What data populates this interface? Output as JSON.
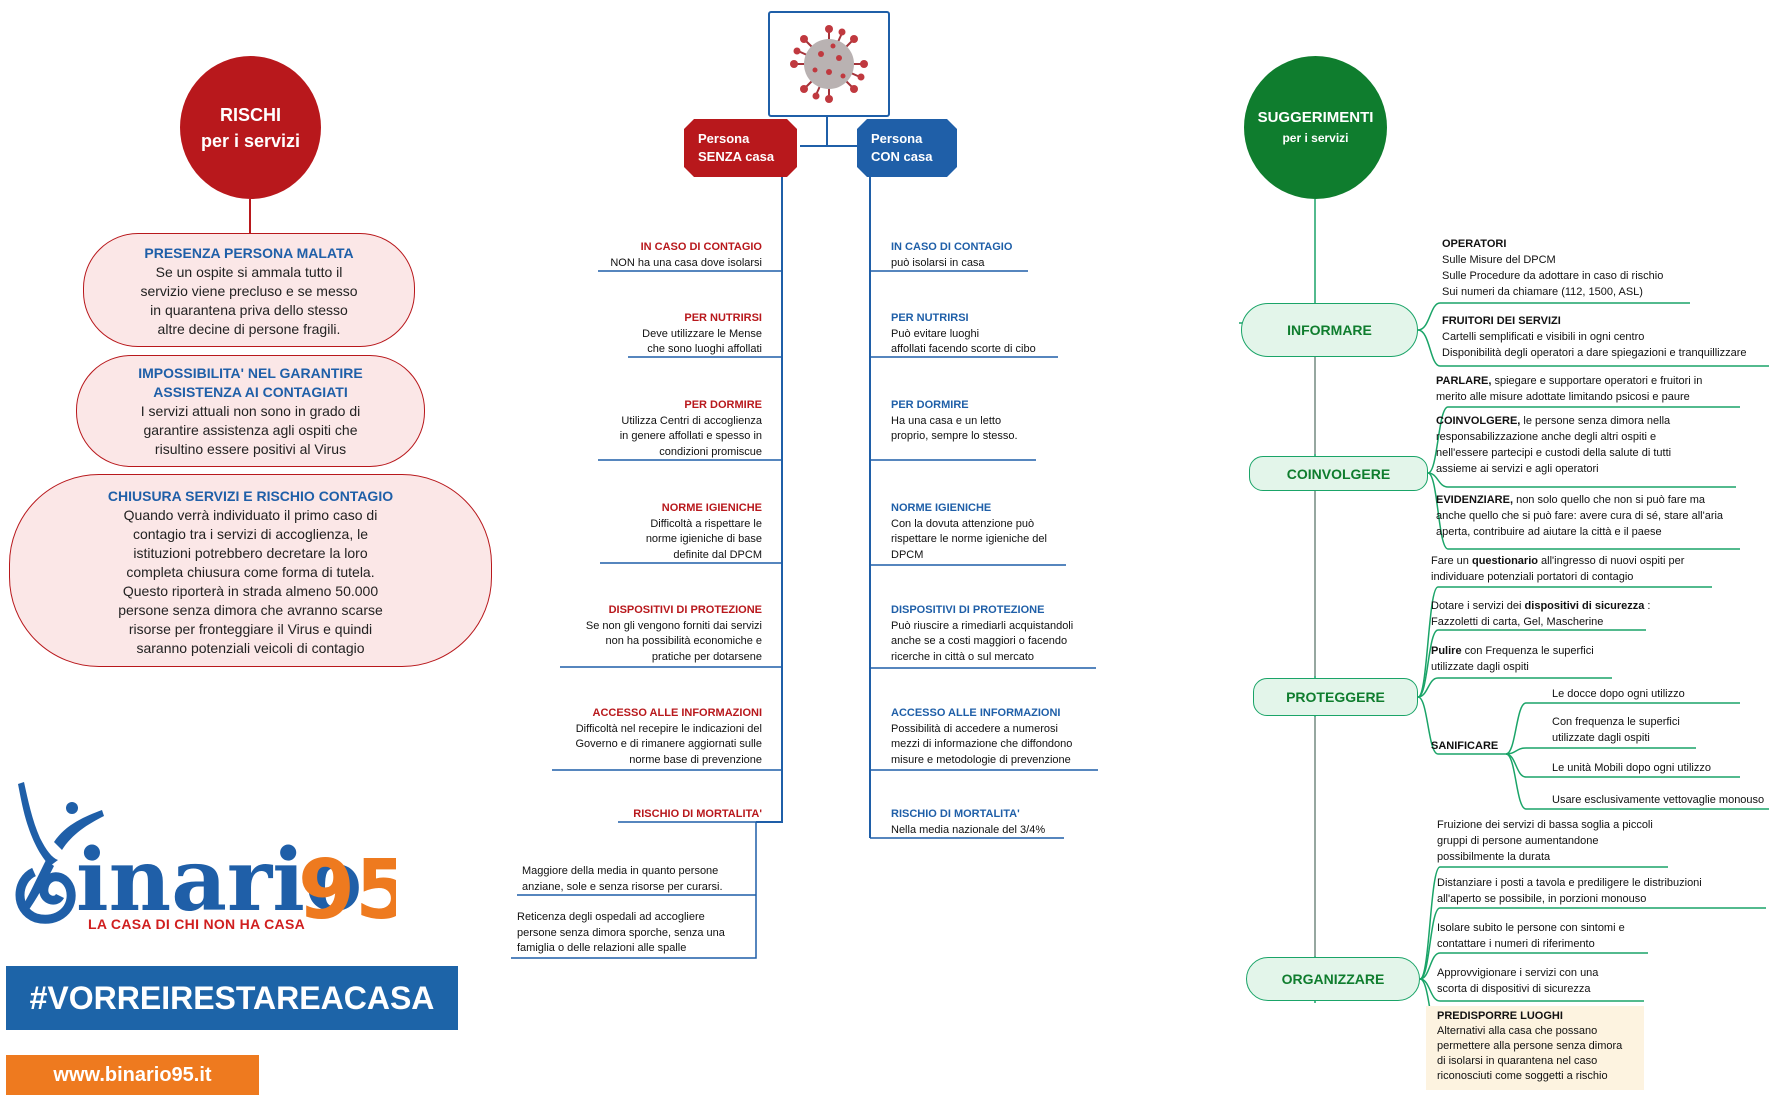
{
  "left": {
    "title_line1": "RISCHI",
    "title_line2": "per i servizi",
    "risks": [
      {
        "heading": "PRESENZA PERSONA MALATA",
        "lines": [
          "Se un ospite si ammala tutto il",
          "servizio viene precluso e se messo",
          "in quarantena priva dello stesso",
          "altre decine di persone fragili."
        ]
      },
      {
        "heading_lines": [
          "IMPOSSIBILITA' NEL  GARANTIRE",
          "ASSISTENZA AI CONTAGIATI"
        ],
        "lines": [
          "I servizi attuali non sono in grado di",
          "garantire assistenza agli ospiti che",
          "risultino essere positivi al Virus"
        ]
      },
      {
        "heading": "CHIUSURA SERVIZI  E  RISCHIO CONTAGIO",
        "lines": [
          "Quando verrà individuato il primo caso di",
          "contagio tra i servizi di accoglienza, le",
          "istituzioni potrebbero decretare la loro",
          "completa chiusura come forma di tutela.",
          "Questo riporterà in strada almeno 50.000",
          "persone senza dimora che avranno scarse",
          "risorse per fronteggiare il Virus e quindi",
          "saranno potenziali veicoli di contagio"
        ]
      }
    ],
    "logo_text": "inario",
    "logo_number": "95",
    "logo_tagline": "LA CASA DI CHI NON HA CASA",
    "hashtag": "#VORREIRESTAREACASA",
    "website": "www.binario95.it"
  },
  "center": {
    "virus_icon": "coronavirus-icon",
    "senza": {
      "line1": "Persona",
      "line2": "SENZA casa"
    },
    "con": {
      "line1": "Persona",
      "line2": "CON casa"
    },
    "senza_items": [
      {
        "heading": "IN CASO DI CONTAGIO",
        "lines": [
          "NON ha una casa dove isolarsi"
        ]
      },
      {
        "heading": "PER NUTRIRSI",
        "lines": [
          "Deve utilizzare le Mense",
          "che sono luoghi affollati"
        ]
      },
      {
        "heading": "PER DORMIRE",
        "lines": [
          "Utilizza Centri di accoglienza",
          "in genere affollati e spesso in",
          "condizioni promiscue"
        ]
      },
      {
        "heading": "NORME IGIENICHE",
        "lines": [
          "Difficoltà a rispettare le",
          "norme igieniche di base",
          "definite dal DPCM"
        ]
      },
      {
        "heading": "DISPOSITIVI DI PROTEZIONE",
        "lines": [
          "Se non gli vengono forniti dai servizi",
          "non ha possibilità economiche e",
          "pratiche per dotarsene"
        ]
      },
      {
        "heading": "ACCESSO ALLE INFORMAZIONI",
        "lines": [
          "Difficoltà nel recepire le indicazioni del",
          "Governo e di rimanere aggiornati sulle",
          "norme base di prevenzione"
        ]
      },
      {
        "heading": "RISCHIO DI MORTALITA'",
        "lines": []
      }
    ],
    "senza_mortality": [
      {
        "lines": [
          "Maggiore della media in quanto persone",
          "anziane, sole e senza risorse per curarsi."
        ]
      },
      {
        "lines": [
          "Reticenza degli ospedali ad accogliere",
          "persone senza dimora sporche, senza una",
          "famiglia o delle relazioni alle spalle"
        ]
      }
    ],
    "con_items": [
      {
        "heading": "IN CASO DI CONTAGIO",
        "lines": [
          "può isolarsi in casa"
        ]
      },
      {
        "heading": "PER NUTRIRSI",
        "lines": [
          "Può evitare luoghi",
          "affollati facendo scorte di cibo"
        ]
      },
      {
        "heading": "PER DORMIRE",
        "lines": [
          "Ha una casa e un letto",
          "proprio, sempre lo stesso."
        ]
      },
      {
        "heading": "NORME IGIENICHE",
        "lines": [
          "Con la dovuta attenzione può",
          "rispettare le norme igieniche del",
          "DPCM"
        ]
      },
      {
        "heading": "DISPOSITIVI DI PROTEZIONE",
        "lines": [
          "Può riuscire a rimediarli acquistandoli",
          "anche se a costi maggiori o facendo",
          "ricerche in città o sul mercato"
        ]
      },
      {
        "heading": "ACCESSO ALLE INFORMAZIONI",
        "lines": [
          "Possibilità di accedere a numerosi",
          "mezzi di informazione che diffondono",
          "misure e metodologie di prevenzione"
        ]
      },
      {
        "heading": "RISCHIO  DI  MORTALITA'",
        "lines": [
          "Nella media nazionale del 3/4%"
        ]
      }
    ]
  },
  "right": {
    "title_line1": "SUGGERIMENTI",
    "title_line2": "per i servizi",
    "nodes": {
      "informare": "INFORMARE",
      "coinvolgere": "COINVOLGERE",
      "proteggere": "PROTEGGERE",
      "organizzare": "ORGANIZZARE"
    },
    "informare": {
      "operatori_title": "OPERATORI",
      "operatori_lines": [
        "Sulle Misure del DPCM",
        "Sulle Procedure da adottare in caso di rischio",
        "Sui numeri da chiamare (112, 1500, ASL)"
      ],
      "fruitori_title": "FRUITORI DEI SERVIZI",
      "fruitori_lines": [
        "Cartelli semplificati e visibili in ogni centro",
        "Disponibilità degli operatori a dare spiegazioni e tranquillizzare"
      ]
    },
    "coinvolgere": [
      {
        "bold": "PARLARE,",
        "rest": " spiegare e supportare operatori e fruitori in",
        "lines": [
          "merito alle misure adottate limitando psicosi e paure"
        ]
      },
      {
        "bold": "COINVOLGERE,",
        "rest": "  le persone senza dimora nella",
        "lines": [
          "responsabilizzazione anche degli altri ospiti e",
          "nell'essere partecipi e custodi della salute di tutti",
          "assieme ai servizi e agli operatori"
        ]
      },
      {
        "bold": "EVIDENZIARE,",
        "rest": "  non solo quello che non si può fare ma",
        "lines": [
          "anche quello che si può fare: avere cura di sé, stare all'aria",
          "aperta, contribuire ad aiutare la città e il paese"
        ]
      }
    ],
    "proteggere": {
      "q_pre": "Fare un ",
      "q_bold": "questionario",
      "q_post": "  all'ingresso di nuovi ospiti per",
      "q_line2": "individuare potenziali portatori di contagio",
      "d_pre": "Dotare i servizi dei  ",
      "d_bold": "dispositivi di sicurezza",
      "d_post": " :",
      "d_line2": "Fazzoletti di carta, Gel, Mascherine",
      "p_bold": "Pulire",
      "p_post": " con Frequenza le superfici",
      "p_line2": "utilizzate dagli ospiti",
      "sanificare": "SANIFICARE",
      "san_items": [
        "Le docce dopo ogni utilizzo",
        "Con frequenza le superfici",
        "utilizzate dagli ospiti",
        "Le unità Mobili dopo ogni utilizzo",
        "Usare esclusivamente vettovaglie monouso"
      ]
    },
    "organizzare": [
      {
        "lines": [
          "Fruizione dei servizi di bassa soglia a piccoli",
          "gruppi di persone aumentandone",
          "possibilmente la durata"
        ]
      },
      {
        "lines": [
          "Distanziare i posti a tavola e prediligere le distribuzioni",
          "all'aperto se possibile, in porzioni monouso"
        ]
      },
      {
        "lines": [
          "Isolare subito le persone con sintomi e",
          "contattare i numeri di riferimento"
        ]
      },
      {
        "lines": [
          "Approvvigionare i servizi con una",
          "scorta di dispositivi di sicurezza"
        ]
      }
    ],
    "predisporre": {
      "title": "PREDISPORRE LUOGHI",
      "lines": [
        "Alternativi alla casa che possano",
        "permettere alla persone senza dimora",
        "di isolarsi in quarantena nel caso",
        "riconosciuti come soggetti a rischio"
      ]
    }
  },
  "colors": {
    "red": "#b8181c",
    "blue": "#1f5fa8",
    "green": "#0f7d2e",
    "teal": "#1aa468",
    "orange": "#ee7a1f",
    "pink": "#fbe7e7"
  }
}
